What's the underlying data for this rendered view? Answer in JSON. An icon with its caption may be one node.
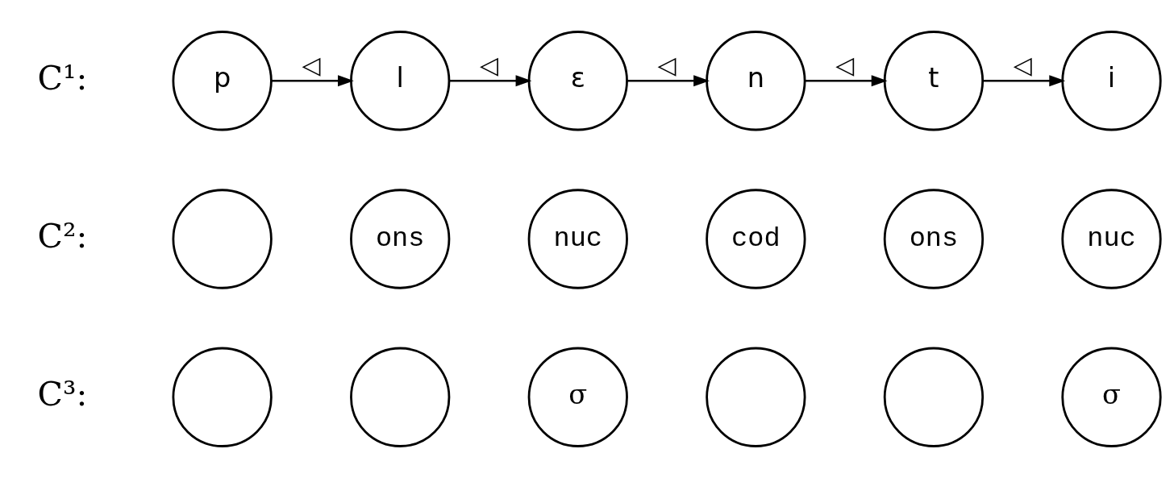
{
  "diagram": {
    "nodes": [
      {
        "text": [],
        "shape": "circle"
      },
      {
        "text": [],
        "shape": "circle"
      },
      {
        "text": [
          "σ"
        ]
      },
      {
        "text": [],
        "shape": "circle"
      },
      {
        "text": [],
        "shape": "circle"
      },
      {
        "text": [
          "σ"
        ]
      },
      {
        "text": [],
        "shape": "circle"
      },
      {
        "text": [
          "ons"
        ]
      },
      {
        "text": [
          "nuc"
        ]
      },
      {
        "text": [
          "cod"
        ]
      },
      {
        "text": [
          "ons"
        ]
      },
      {
        "text": [
          "nuc"
        ]
      },
      {
        "text": [
          "p"
        ]
      },
      {
        "text": [
          "l"
        ]
      },
      {
        "text": [
          "ɛ"
        ]
      },
      {
        "text": [
          "n"
        ]
      },
      {
        "text": [
          "t"
        ]
      },
      {
        "text": [
          "i"
        ]
      }
    ],
    "edges": [
      {
        "from": 12,
        "to": 13,
        "arrow": "to",
        "label": "◁"
      },
      {
        "from": 13,
        "to": 14,
        "arrow": "to",
        "label": "◁"
      },
      {
        "from": 14,
        "to": 15,
        "arrow": "to",
        "label": "◁"
      },
      {
        "from": 15,
        "to": 16,
        "arrow": "to",
        "label": "◁"
      },
      {
        "from": 16,
        "to": 17,
        "arrow": "to",
        "label": "◁"
      }
    ],
    "labels": [
      "C³:",
      "C²:",
      "C¹:"
    ]
  }
}
